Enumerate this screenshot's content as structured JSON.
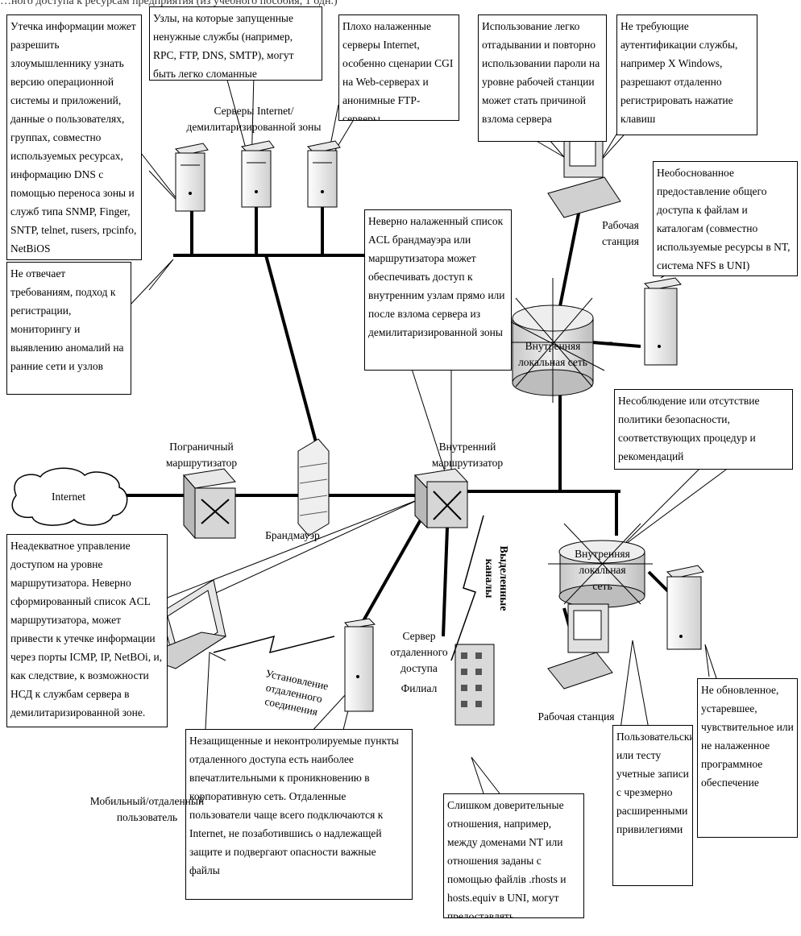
{
  "header_text": "…ного доступа к ресурсам предприятия (из учебного пособия, 1 одн.)",
  "callouts": {
    "info_leak": "Утечка информации может разрешить злоумышленнику узнать версию операционной системы и приложений, данные о пользователях, группах, совместно используемых ресурсах, информацию DNS с помощью переноса зоны и служб типа SNMP, Finger, SNTP, telnet, rusers, rpcinfo, NetBiOS",
    "unneeded_services": "Узлы, на которые запущенные ненужные службы (например, RPC, FTP, DNS, SMTP), могут быть легко сломанные",
    "bad_servers": "Плохо налаженные серверы Internet, особенно сценарии CGI на Web-серверах и анонимные FTP-серверы",
    "passwords": "Использование легко отгадывании и повторно использовании пароли на уровне рабочей станции может стать причиной взлома сервера",
    "xwindows": "Не требующие аутентификации службы, например X Windows, разрешают отдаленно регистрировать нажатие клавиш",
    "file_sharing": "Необоснованное предоставление общего доступа к файлам и каталогам (совместно используемые ресурсы в NT, система NFS в UNI)",
    "monitoring": "Не отвечает требованиям, подход к регистрации, мониторингу и выявлению аномалий на ранние сети и узлов",
    "acl": "Неверно налаженный список ACL брандмауэра или маршрутизатора может обеспечивать доступ к внутренним узлам прямо или после взлома сервера из демилитаризированной зоны",
    "policy": "Несоблюдение или отсутствие политики безопасности, соответствующих процедур и рекомендаций",
    "router_access": "Неадекватное управление доступом на уровне маршрутизатора. Неверно сформированный список ACL маршрутизатора, может привести к утечке информации через порты ICMP, IP, NetBOi, и, как следствие, к возможности НСД к службам сервера в демилитаризированной зоне.",
    "remote_points": "Незащищенные и неконтролируемые пункты отдаленного доступа есть наиболее впечатлительными к проникновению в корпоративную сеть. Отдаленные пользователи чаще всего подключаются к Internet, не позаботившись о надлежащей защите и подвергают опасности важные файлы",
    "trust": "Слишком доверительные отношения, например, между доменами NT или отношения заданы с помощью файлів .rhosts и hosts.equiv в UNI, могут предоставлять злоумышленнику возможность несанкционированного доступа к важным файлам",
    "accounts": "Пользовательские или тесту учетные записи с чрезмерно расширенными привилегиями",
    "software": "Не обновленное, устаревшее, чувствительное или не налаженное программное обеспечение"
  },
  "labels": {
    "dmz_servers": "Серверы Internet/\nдемилитаризированной зоны",
    "workstation_top": "Рабочая\nстанция",
    "internal_lan_top": "Внутренняя\nлокальная сеть",
    "border_router": "Пограничный\nмаршрутизатор",
    "internal_router": "Внутренний\nмаршрутизатор",
    "internet": "Internet",
    "firewall": "Брандмауэр",
    "dedicated_channels": "Выделенные\nканалы",
    "internal_lan_bottom": "Внутренняя\nлокальная\nсеть",
    "remote_server": "Сервер\nотдаленного\nдоступа",
    "remote_connection": "Установление\nотдаленного\nсоединения",
    "branch": "Филиал",
    "workstation_bottom": "Рабочая станция",
    "mobile_user": "Мобильный/отдаленный\nпользователь"
  }
}
